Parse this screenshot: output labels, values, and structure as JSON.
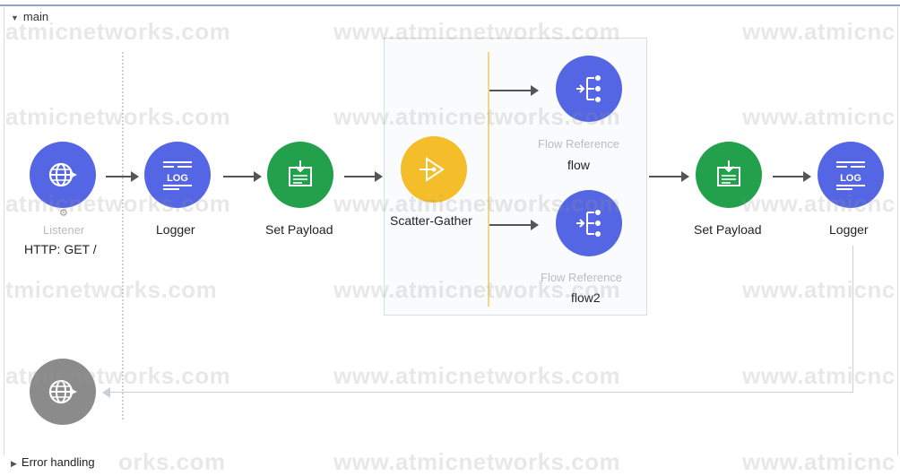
{
  "flow": {
    "main_label": "main",
    "error_label": "Error handling"
  },
  "nodes": {
    "listener": {
      "title": "Listener",
      "subtitle": "HTTP: GET /",
      "icon": "globe-icon"
    },
    "logger1": {
      "label": "Logger",
      "icon": "log-icon"
    },
    "set_payload1": {
      "label": "Set Payload",
      "icon": "payload-icon"
    },
    "scatter_gather": {
      "label": "Scatter-Gather",
      "icon": "scatter-gather-icon"
    },
    "flow_ref1": {
      "title": "Flow Reference",
      "subtitle": "flow",
      "icon": "flow-reference-icon"
    },
    "flow_ref2": {
      "title": "Flow Reference",
      "subtitle": "flow2",
      "icon": "flow-reference-icon"
    },
    "set_payload2": {
      "label": "Set Payload",
      "icon": "payload-icon"
    },
    "logger2": {
      "label": "Logger",
      "icon": "log-icon"
    },
    "error_source": {
      "icon": "globe-icon"
    }
  },
  "colors": {
    "blue": "#5466e3",
    "green": "#22a04b",
    "yellow": "#f4bd2a",
    "grey": "#8b8b8b"
  },
  "watermark": {
    "text_full": "www.atmicnetworks.com",
    "text_left": "atmicnetworks.com",
    "text_right": "www.atmicnc",
    "text_bottom_left": "orks.com",
    "text_row4_left": "tmicnetworks.com"
  }
}
